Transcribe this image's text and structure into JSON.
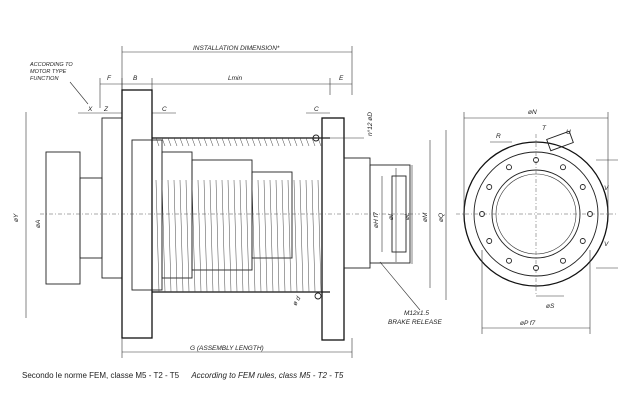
{
  "labels": {
    "installation_dimension": "INSTALLATION DIMENSION*",
    "according_to_motor": "ACCORDING TO\nMOTOR TYPE\nFUNCTION",
    "F": "F",
    "B": "B",
    "Lmin": "Lmin",
    "E": "E",
    "X": "X",
    "Z": "Z",
    "C_left": "C",
    "C_right": "C",
    "n12_D": "n°12 øD",
    "Y": "øY",
    "A": "øA",
    "H_f7": "øH f7",
    "I": "øI",
    "L": "øL",
    "M": "øM",
    "Q": "øQ",
    "N": "øN",
    "R": "R",
    "T": "T",
    "U": "U",
    "V1": "V",
    "V2": "V",
    "S": "øS",
    "P_f7": "øP f7",
    "phi_d": "ø d",
    "m12": "M12x1.5",
    "brake_release": "BRAKE RELEASE",
    "G": "G (ASSEMBLY LENGTH)"
  },
  "caption": {
    "it": "Secondo le norme FEM, classe M5 - T2 - T5",
    "en": "According to FEM rules, class M5 - T2 - T5"
  }
}
